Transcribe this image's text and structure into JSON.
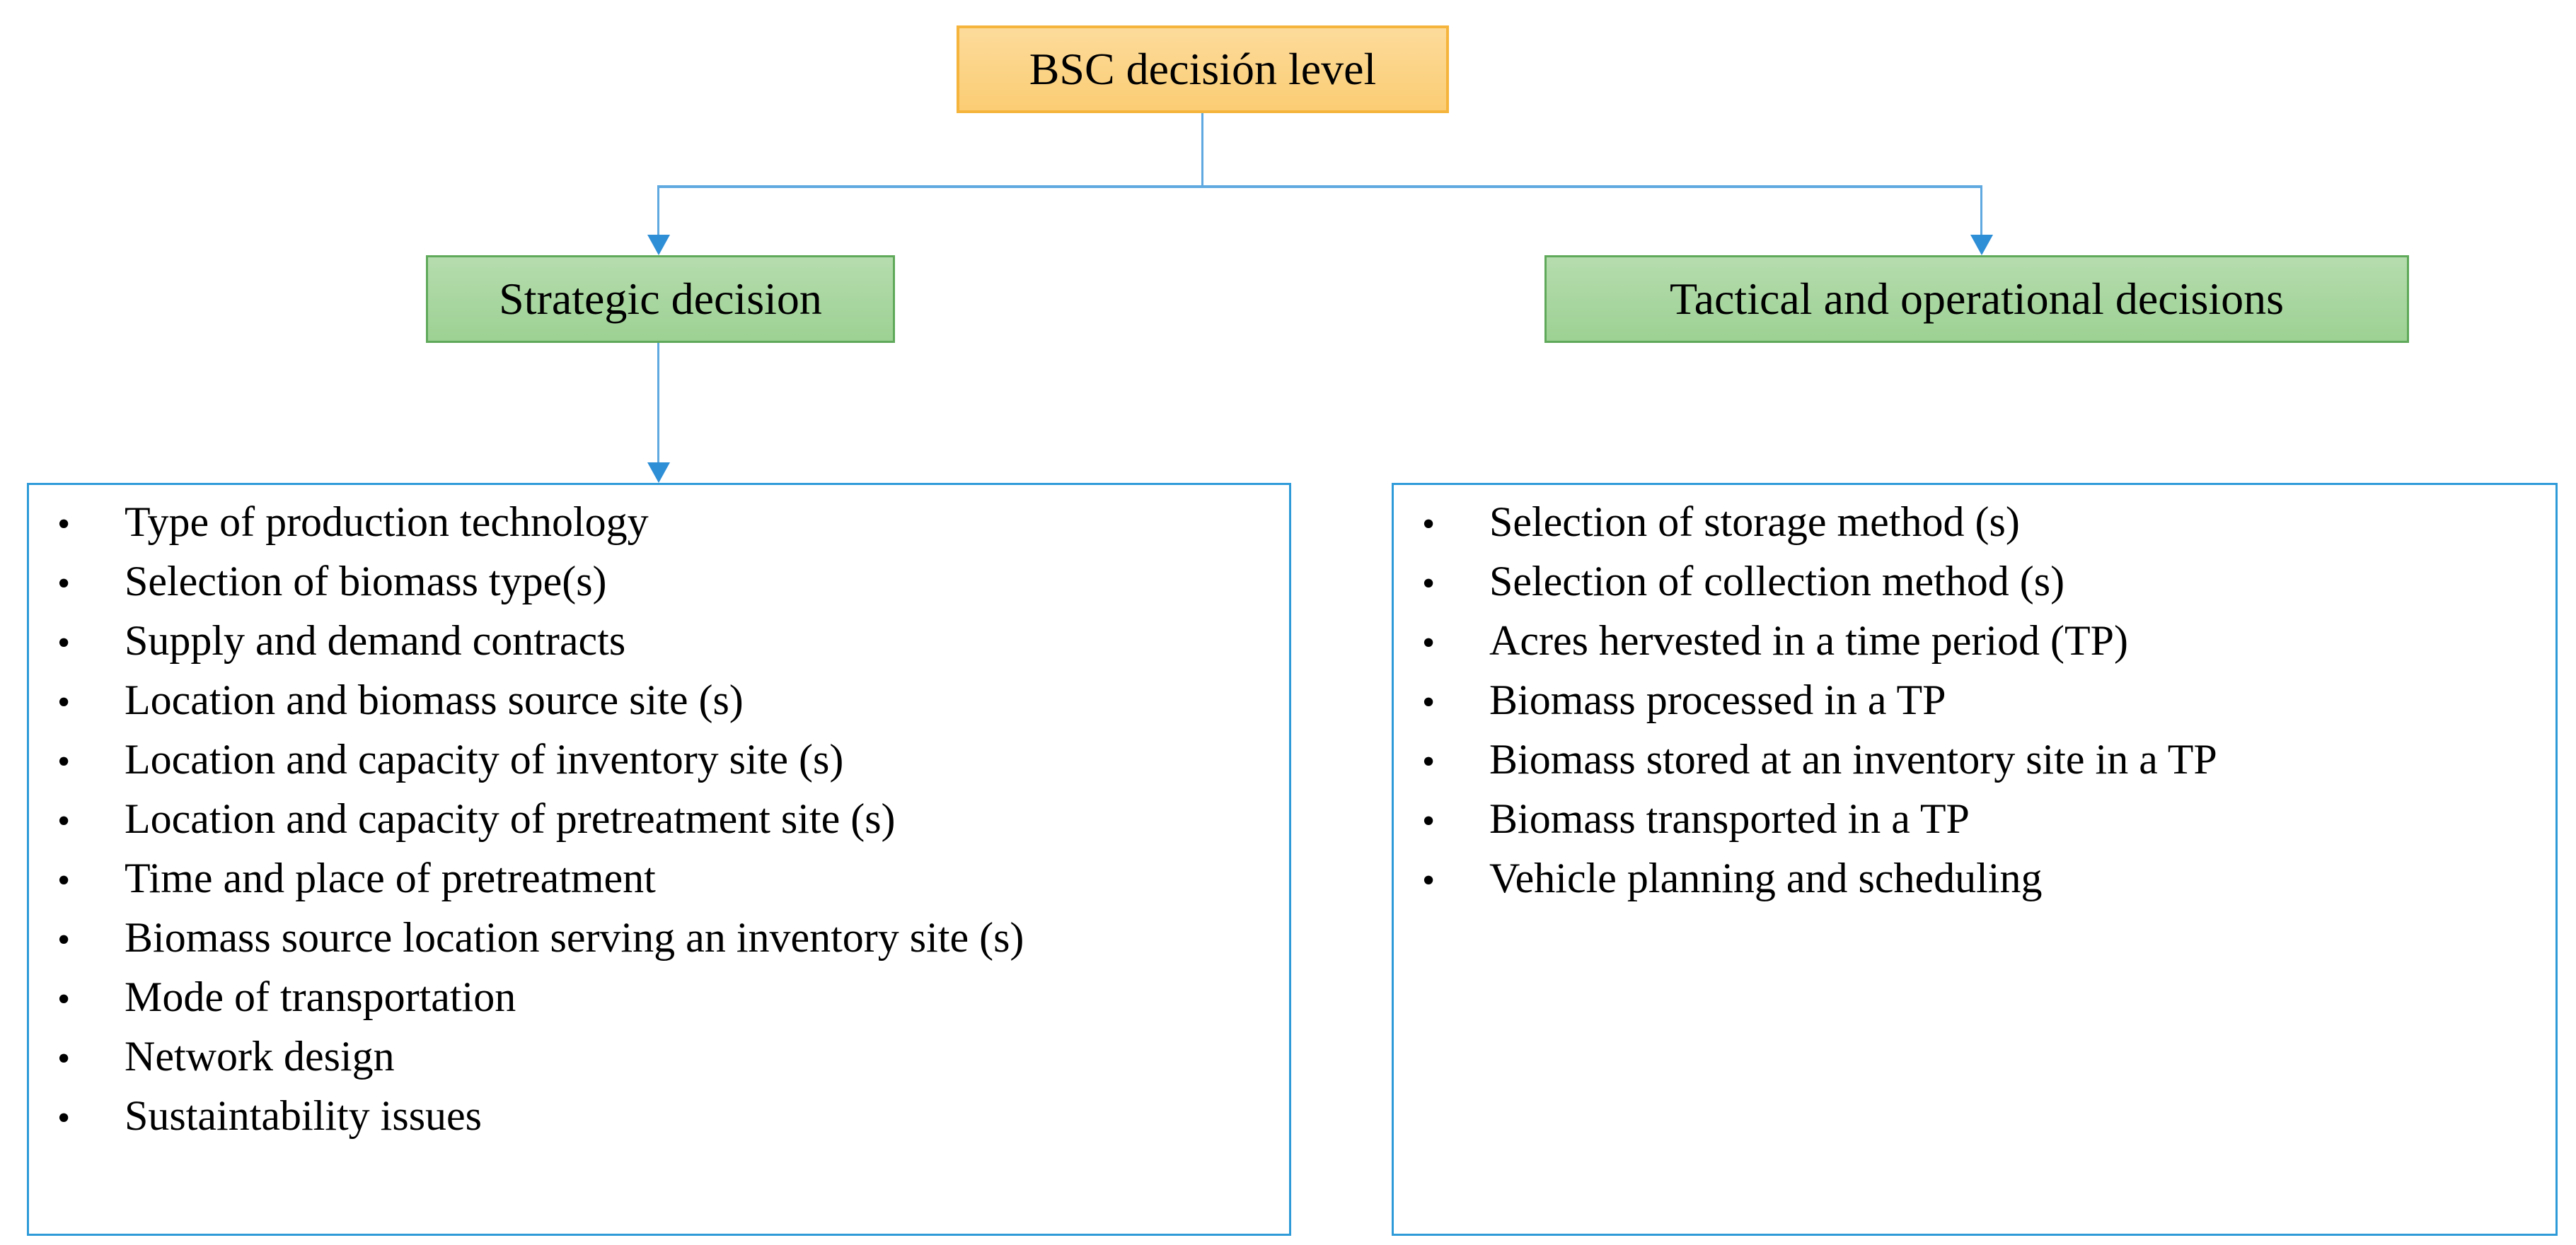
{
  "diagram": {
    "root": {
      "label": "BSC decisión level"
    },
    "branches": [
      {
        "label": "Strategic decision"
      },
      {
        "label": "Tactical and operational decisions"
      }
    ],
    "bullet_glyph": "•",
    "panels": [
      {
        "items": [
          "Type of production technology",
          "Selection of biomass type(s)",
          "Supply and demand contracts",
          "Location and biomass source site (s)",
          "Location and capacity of inventory site (s)",
          "Location and capacity of pretreatment site (s)",
          "Time and place of pretreatment",
          "Biomass source location serving an inventory site (s)",
          "Mode of transportation",
          "Network design",
          "Sustaintability issues"
        ]
      },
      {
        "items": [
          "Selection of storage method (s)",
          "Selection of collection method (s)",
          "Acres hervested in a time period (TP)",
          "Biomass processed in a TP",
          "Biomass stored at an inventory site in a TP",
          "Biomass transported in a TP",
          "Vehicle planning and scheduling"
        ]
      }
    ],
    "colors": {
      "root_fill": "#FBCD74",
      "root_border": "#F5B43C",
      "branch_fill": "#9DD193",
      "branch_border": "#5FA95A",
      "connector_line": "#5FA9E0",
      "arrow": "#2E8ED6",
      "panel_border": "#2E9BD8",
      "text": "#000000"
    }
  }
}
